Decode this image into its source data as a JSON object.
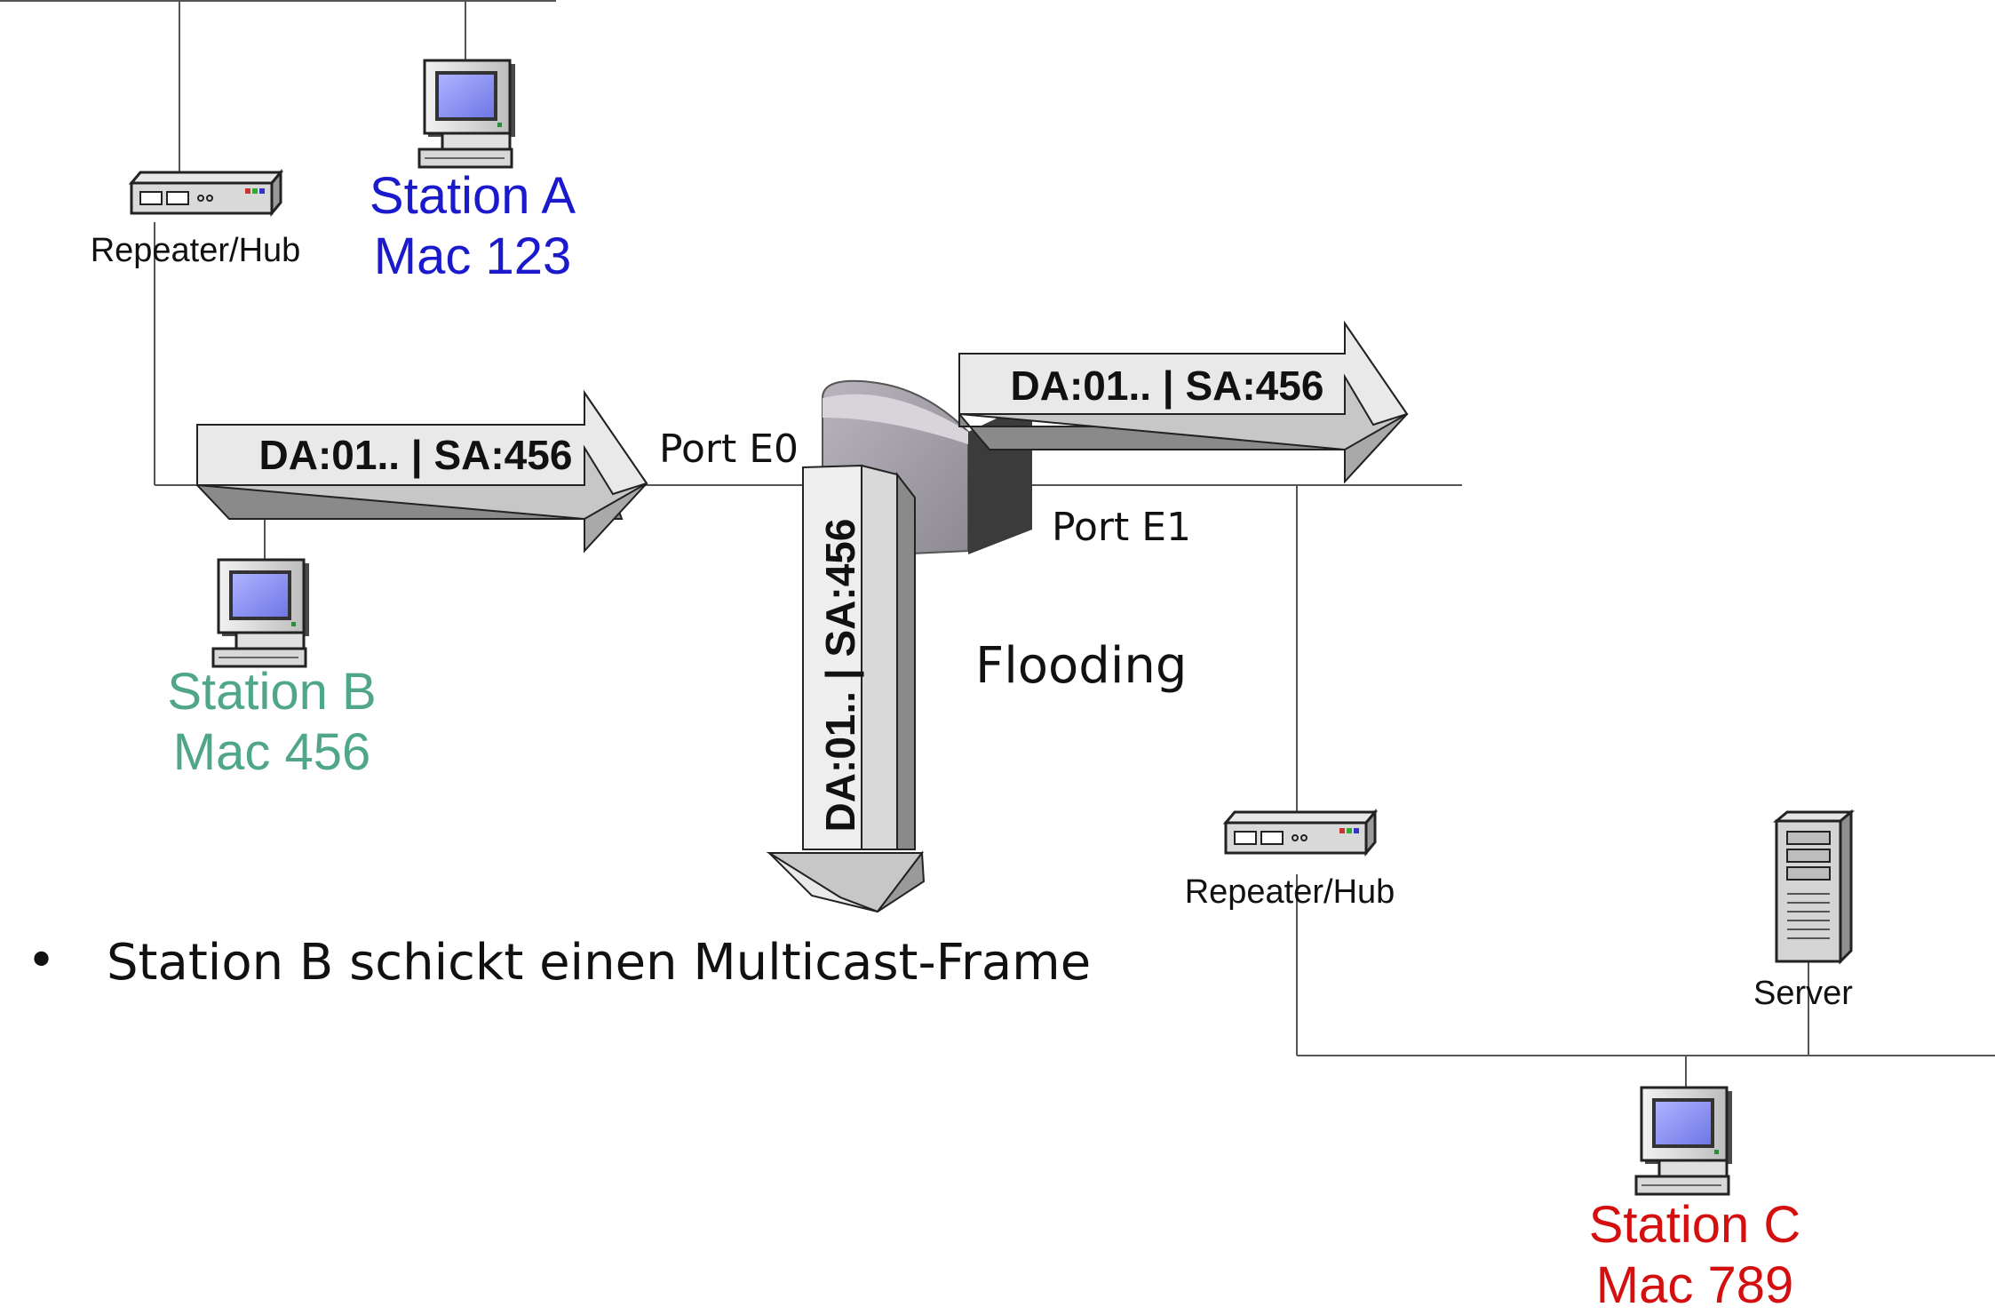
{
  "colors": {
    "station_a": "#1a1acc",
    "station_b": "#4fa688",
    "station_c": "#d40f0f",
    "text": "#111111",
    "line": "#555555",
    "arrow_fill": "#c7c7c7",
    "arrow_stroke": "#333333",
    "screen": "#8d94f2"
  },
  "devices": {
    "hub_top": {
      "label": "Repeater/Hub",
      "icon": "repeater-hub-icon"
    },
    "hub_bottom": {
      "label": "Repeater/Hub",
      "icon": "repeater-hub-icon"
    },
    "server": {
      "label": "Server",
      "icon": "server-icon"
    },
    "switch": {
      "icon": "switch-icon"
    }
  },
  "stations": {
    "a": {
      "name": "Station A",
      "mac": "Mac 123",
      "icon": "workstation-icon"
    },
    "b": {
      "name": "Station B",
      "mac": "Mac 456",
      "icon": "workstation-icon"
    },
    "c": {
      "name": "Station C",
      "mac": "Mac 789",
      "icon": "workstation-icon"
    }
  },
  "ports": {
    "e0": "Port E0",
    "e1": "Port E1"
  },
  "frames": {
    "incoming": "DA:01.. | SA:456",
    "out_e1": "DA:01.. | SA:456",
    "out_down": "DA:01.. | SA:456"
  },
  "action_label": "Flooding",
  "bullet": {
    "marker": "•",
    "text": "Station B schickt einen Multicast-Frame"
  }
}
